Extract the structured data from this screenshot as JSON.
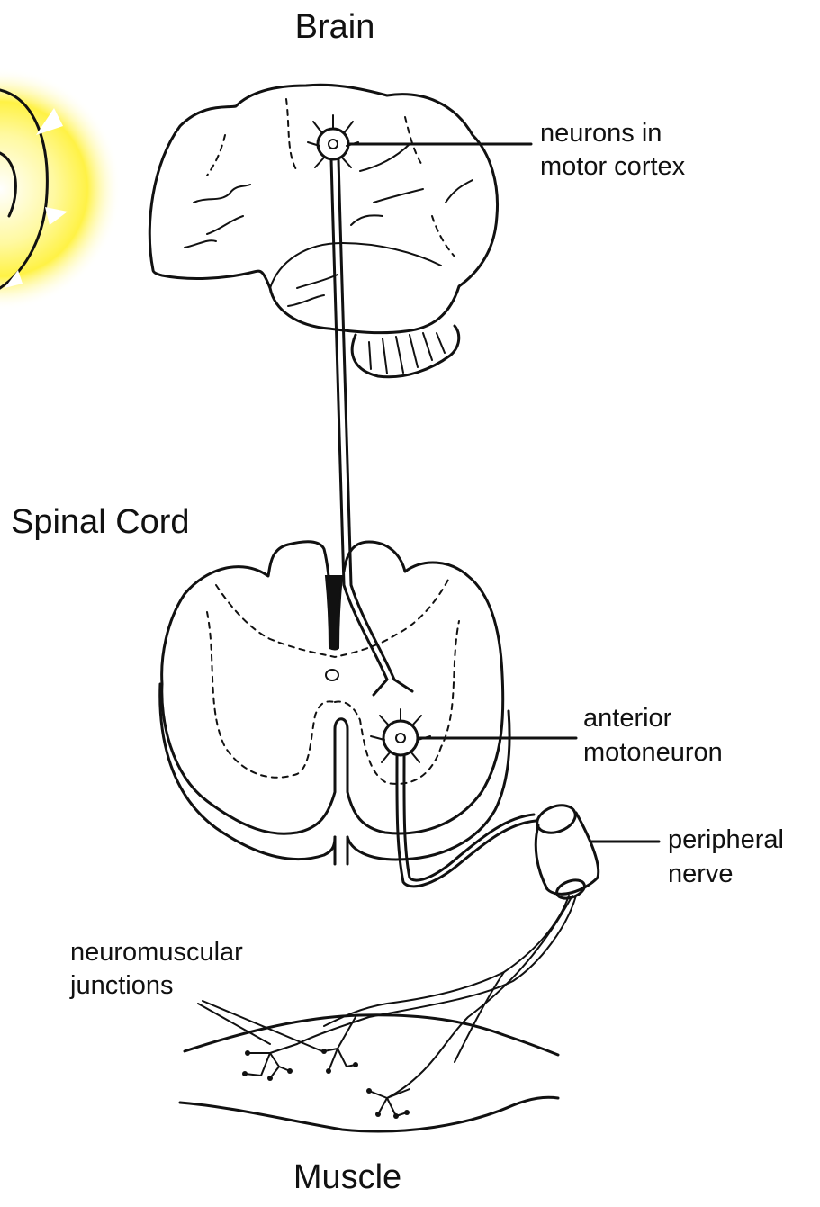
{
  "labels": {
    "brain": "Brain",
    "spinal_cord": "Spinal Cord",
    "muscle": "Muscle",
    "motor_cortex_line1": "neurons in",
    "motor_cortex_line2": "motor cortex",
    "motoneuron_line1": "anterior",
    "motoneuron_line2": "motoneuron",
    "nerve_line1": "peripheral",
    "nerve_line2": "nerve",
    "nmj_line1": "neuromuscular",
    "nmj_line2": "junctions"
  },
  "colors": {
    "ink": "#111111",
    "glow_center": "#ffffff",
    "glow_mid": "#fff45a",
    "glow_edge": "#ffffff"
  }
}
